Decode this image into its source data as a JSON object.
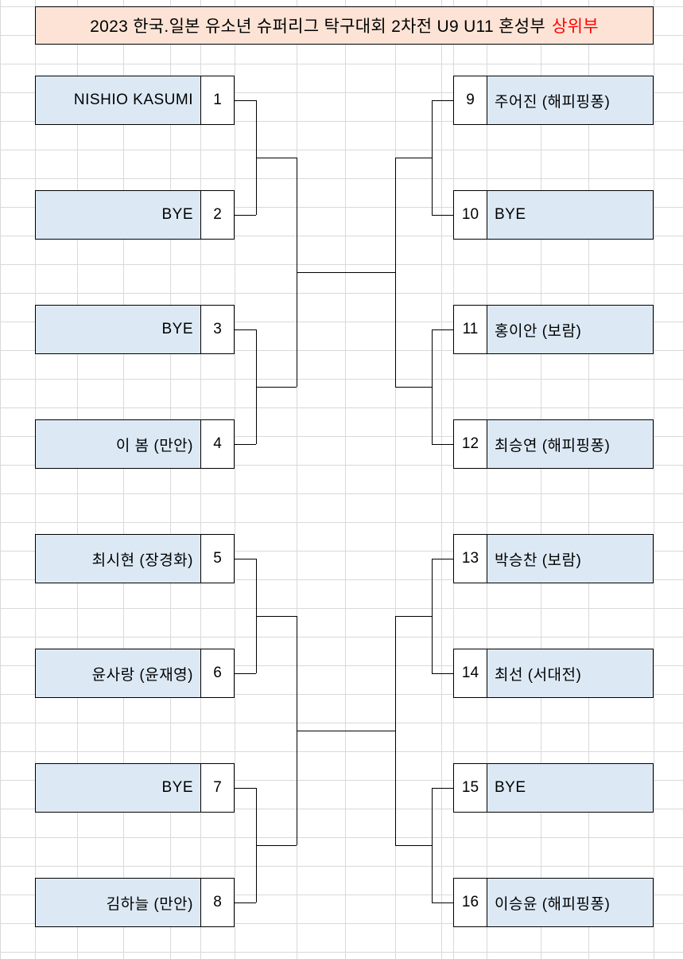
{
  "title": {
    "main": "2023 한국.일본 유소년 슈퍼리그 탁구대회 2차전 U9 U11 혼성부",
    "highlight": "상위부",
    "highlight_color": "#ff0000",
    "background_color": "#fce3d5"
  },
  "colors": {
    "name_cell": "#dce9f5",
    "number_cell": "#ffffff",
    "line": "#000000",
    "grid": "#d9d9d9"
  },
  "bracket": {
    "type": "single-elimination",
    "size": 16,
    "left": [
      {
        "seed": "1",
        "name": "NISHIO KASUMI"
      },
      {
        "seed": "2",
        "name": "BYE"
      },
      {
        "seed": "3",
        "name": "BYE"
      },
      {
        "seed": "4",
        "name": "이 봄 (만안)"
      },
      {
        "seed": "5",
        "name": "최시현 (장경화)"
      },
      {
        "seed": "6",
        "name": "윤사랑 (윤재영)"
      },
      {
        "seed": "7",
        "name": "BYE"
      },
      {
        "seed": "8",
        "name": "김하늘 (만안)"
      }
    ],
    "right": [
      {
        "seed": "9",
        "name": "주어진 (해피핑퐁)"
      },
      {
        "seed": "10",
        "name": "BYE"
      },
      {
        "seed": "11",
        "name": "홍이안 (보람)"
      },
      {
        "seed": "12",
        "name": "최승연 (해피핑퐁)"
      },
      {
        "seed": "13",
        "name": "박승찬 (보람)"
      },
      {
        "seed": "14",
        "name": "최선 (서대전)"
      },
      {
        "seed": "15",
        "name": "BYE"
      },
      {
        "seed": "16",
        "name": "이승윤 (해피핑퐁)"
      }
    ]
  }
}
